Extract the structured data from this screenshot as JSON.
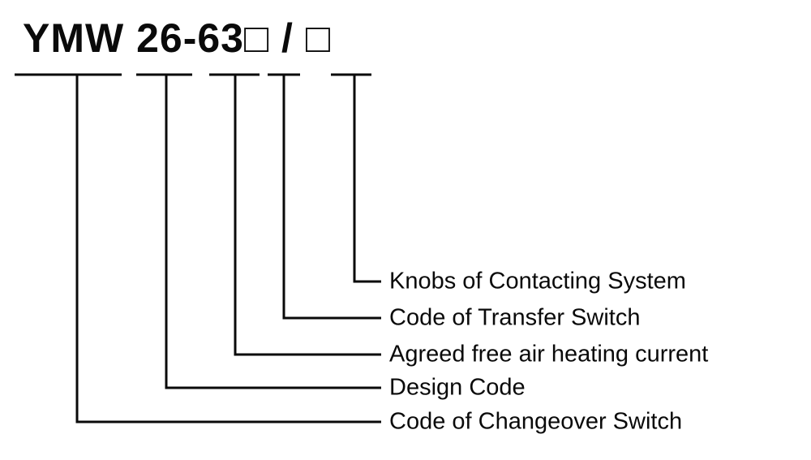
{
  "diagram": {
    "model_code": "YMW 26-63□ / □",
    "labels": [
      "Knobs of Contacting System",
      "Code of Transfer Switch",
      "Agreed free air heating current",
      "Design Code",
      "Code of Changeover Switch"
    ]
  }
}
